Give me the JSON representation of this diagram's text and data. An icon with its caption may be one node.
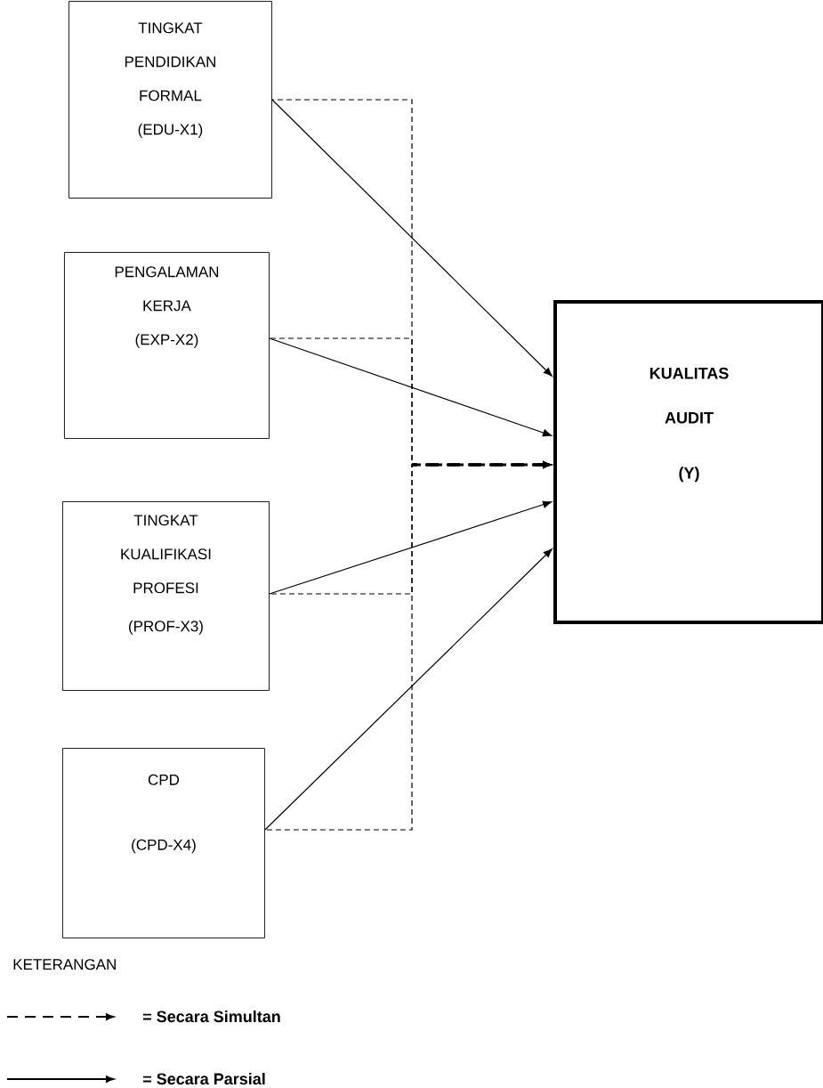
{
  "diagram": {
    "nodes": [
      {
        "text": [
          "TINGKAT PENDIDIKAN FORMAL",
          "(EDU-X1)"
        ]
      },
      {
        "text": [
          "PENGALAMAN KERJA",
          "(EXP-X2)"
        ]
      },
      {
        "text": [
          "TINGKAT KUALIFIKASI PROFESI",
          "(PROF-X3)"
        ]
      },
      {
        "text": [
          "CPD",
          "(CPD-X4)"
        ]
      },
      {
        "text": [
          "KUALITAS AUDIT",
          "(Y)"
        ]
      }
    ],
    "edges": [
      {
        "from": 0,
        "to": 4,
        "arrow": "to"
      },
      {
        "from": 1,
        "to": 4,
        "arrow": "to"
      },
      {
        "from": 2,
        "to": 4,
        "arrow": "to"
      },
      {
        "from": 3,
        "to": 4,
        "arrow": "to"
      },
      {
        "from": 0,
        "to": 4,
        "arrow": "to",
        "style": "dashed"
      },
      {
        "from": 1,
        "to": 4,
        "arrow": "to",
        "style": "dashed"
      },
      {
        "from": 2,
        "to": 4,
        "arrow": "to",
        "style": "dashed"
      },
      {
        "from": 3,
        "to": 4,
        "arrow": "to",
        "style": "dashed"
      }
    ],
    "labels": [
      "KETERANGAN"
    ],
    "legend": [
      {
        "text": "= Secara Simultan"
      },
      {
        "text": "= Secara Parsial"
      }
    ]
  }
}
